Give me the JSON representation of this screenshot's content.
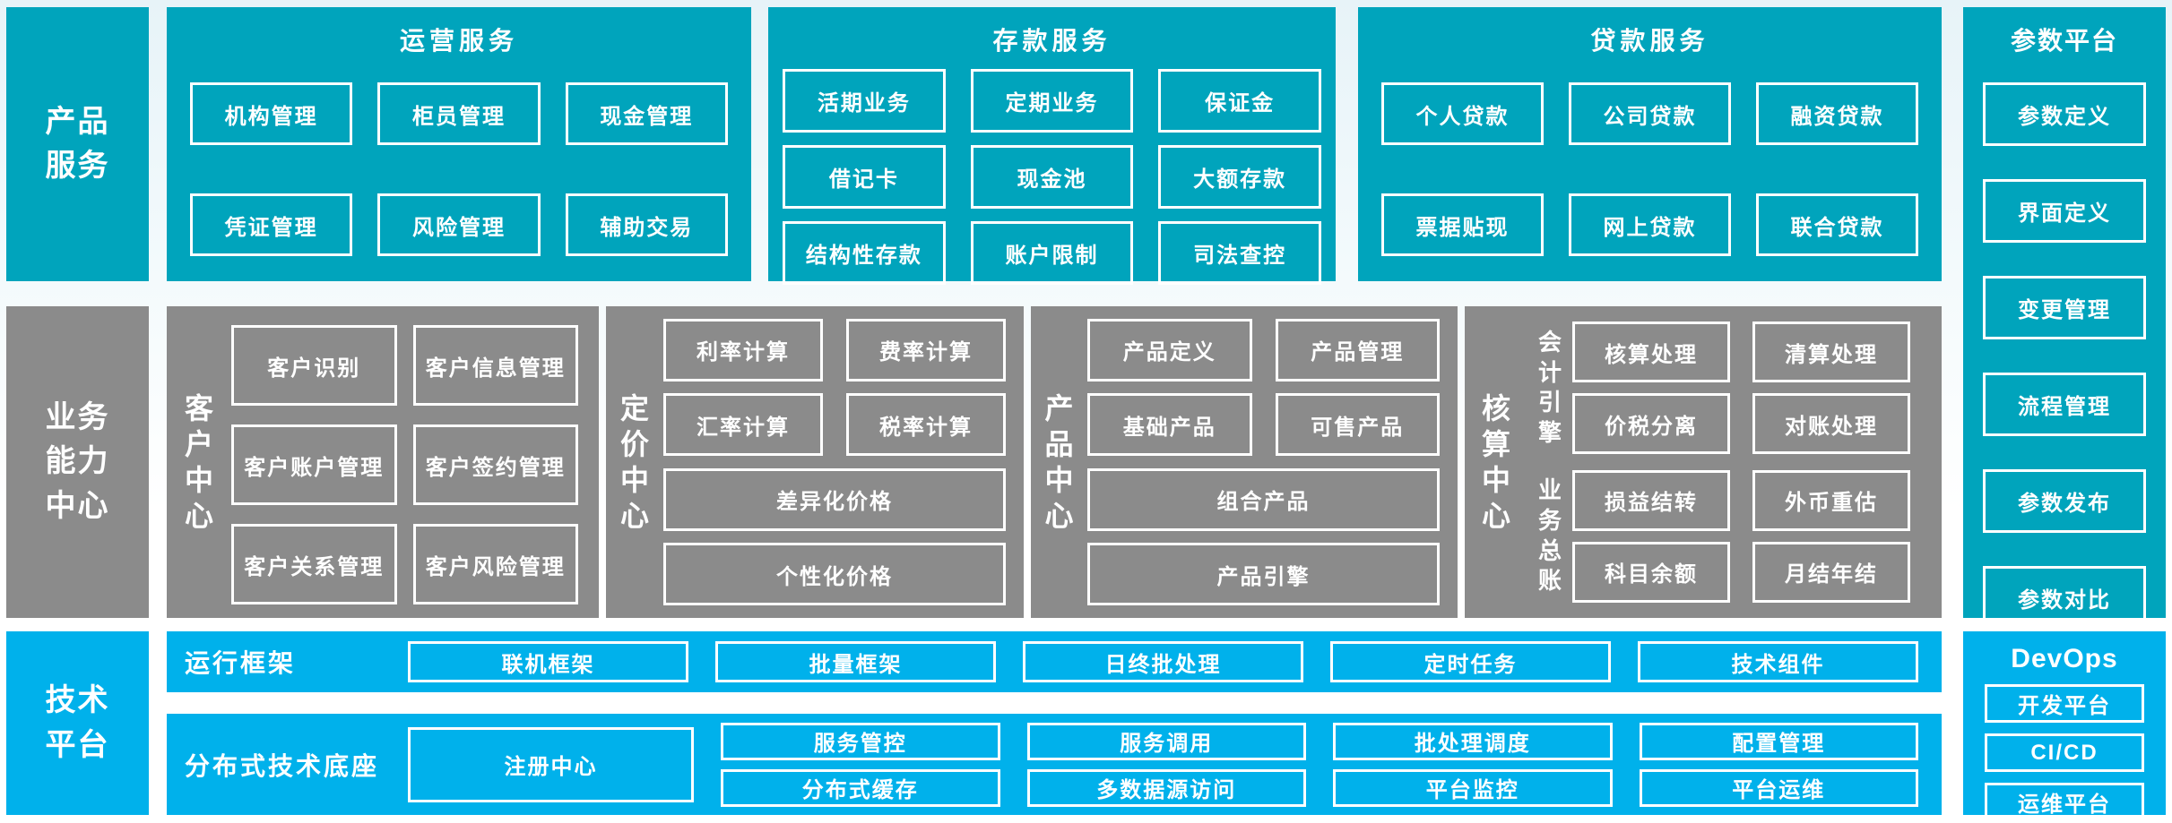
{
  "colors": {
    "teal": "#00a4bc",
    "blue": "#00b1eb",
    "gray": "#8b8b8b",
    "text": "#ffffff",
    "background_top": "#e7f3f8",
    "background_bottom": "#ffffff"
  },
  "rails": {
    "product": "产品\n服务",
    "business": "业务\n能力\n中心",
    "tech": "技术\n平台"
  },
  "top_sections": {
    "operations": {
      "title": "运营服务",
      "items": [
        "机构管理",
        "柜员管理",
        "现金管理",
        "凭证管理",
        "风险管理",
        "辅助交易"
      ]
    },
    "deposit": {
      "title": "存款服务",
      "items": [
        "活期业务",
        "定期业务",
        "保证金",
        "借记卡",
        "现金池",
        "大额存款",
        "结构性存款",
        "账户限制",
        "司法查控"
      ]
    },
    "loan": {
      "title": "贷款服务",
      "items": [
        "个人贷款",
        "公司贷款",
        "融资贷款",
        "票据贴现",
        "网上贷款",
        "联合贷款"
      ]
    }
  },
  "param_platform": {
    "title": "参数平台",
    "items": [
      "参数定义",
      "界面定义",
      "变更管理",
      "流程管理",
      "参数发布",
      "参数对比"
    ]
  },
  "capability": {
    "customer": {
      "label": "客\n户\n中\n心",
      "items": [
        "客户识别",
        "客户信息管理",
        "客户账户管理",
        "客户签约管理",
        "客户关系管理",
        "客户风险管理"
      ]
    },
    "pricing": {
      "label": "定\n价\n中\n心",
      "items": [
        "利率计算",
        "费率计算",
        "汇率计算",
        "税率计算"
      ],
      "wide": [
        "差异化价格",
        "个性化价格"
      ]
    },
    "product": {
      "label": "产\n品\n中\n心",
      "items": [
        "产品定义",
        "产品管理",
        "基础产品",
        "可售产品"
      ],
      "wide": [
        "组合产品",
        "产品引擎"
      ]
    },
    "accounting": {
      "label": "核\n算\n中\n心",
      "groups": [
        {
          "label": "会\n计\n引\n擎",
          "items": [
            "核算处理",
            "清算处理",
            "价税分离",
            "对账处理"
          ]
        },
        {
          "label": "业\n务\n总\n账",
          "items": [
            "损益结转",
            "外币重估",
            "科目余额",
            "月结年结"
          ]
        }
      ]
    }
  },
  "tech": {
    "runtime": {
      "label": "运行框架",
      "items": [
        "联机框架",
        "批量框架",
        "日终批处理",
        "定时任务",
        "技术组件"
      ]
    },
    "distributed": {
      "label": "分布式技术底座",
      "registry": "注册中心",
      "grid": [
        "服务管控",
        "服务调用",
        "批处理调度",
        "配置管理",
        "分布式缓存",
        "多数据源访问",
        "平台监控",
        "平台运维"
      ]
    }
  },
  "devops": {
    "title": "DevOps",
    "items": [
      "开发平台",
      "CI/CD",
      "运维平台"
    ]
  }
}
